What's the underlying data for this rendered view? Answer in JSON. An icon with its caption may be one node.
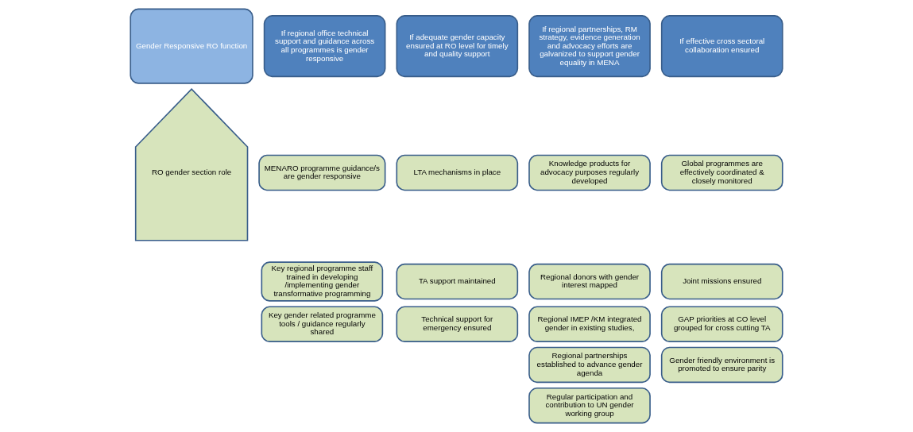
{
  "diagram": {
    "nodes": [
      {
        "text": [
          "Gender Responsive RO function"
        ]
      },
      {
        "text": [
          "If regional office technical support and guidance across all programmes is gender responsive"
        ]
      },
      {
        "text": [
          "If adequate gender capacity ensured at RO level for timely and quality support"
        ]
      },
      {
        "text": [
          "If regional partnerships, RM strategy, evidence generation and advocacy efforts are galvanized to support gender equality in MENA"
        ]
      },
      {
        "text": [
          "If effective cross sectoral collaboration ensured"
        ]
      },
      {
        "text": [
          "MENARO programme guidance/s are gender responsive"
        ]
      },
      {
        "text": [
          "Key regional programme staff trained in developing /implementing gender transformative programming"
        ]
      },
      {
        "text": [
          "Key gender related programme tools / guidance regularly shared"
        ]
      },
      {
        "text": [
          "LTA mechanisms in place"
        ]
      },
      {
        "text": [
          "TA support maintained"
        ]
      },
      {
        "text": [
          "Technical support for emergency ensured"
        ]
      },
      {
        "text": [
          "Knowledge products for advocacy purposes regularly developed"
        ]
      },
      {
        "text": [
          "Regional donors with gender interest mapped"
        ]
      },
      {
        "text": [
          "Regional IMEP /KM integrated gender in existing studies,"
        ]
      },
      {
        "text": [
          "Regional partnerships established to advance gender agenda"
        ]
      },
      {
        "text": [
          "Regular participation and contribution to UN gender working group"
        ]
      },
      {
        "text": [
          "Global programmes are effectively coordinated & closely monitored"
        ]
      },
      {
        "text": [
          "Joint missions ensured"
        ]
      },
      {
        "text": [
          "GAP priorities at CO level grouped for cross cutting TA"
        ]
      },
      {
        "text": [
          "Gender friendly environment is promoted to ensure parity"
        ]
      },
      {
        "text": [
          "RO gender section role"
        ]
      }
    ]
  }
}
